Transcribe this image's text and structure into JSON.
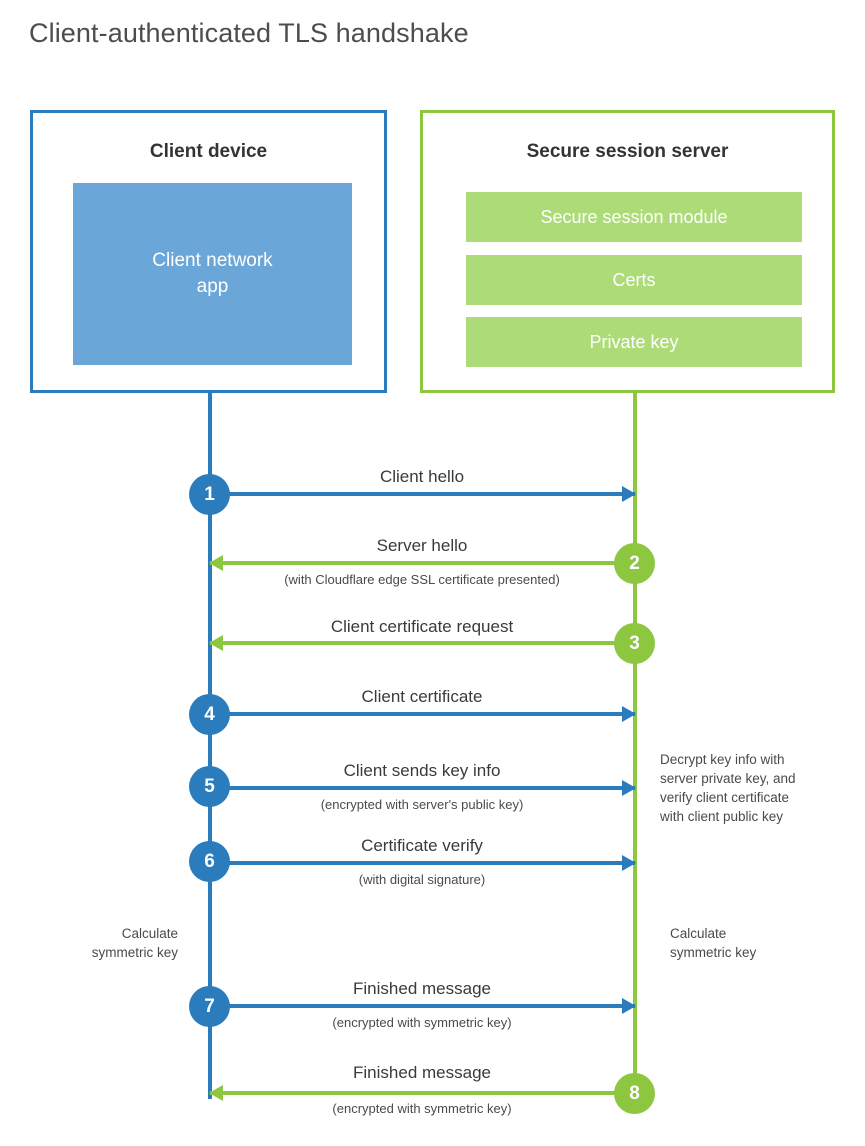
{
  "title": "Client-authenticated TLS handshake",
  "colors": {
    "client_blue": "#2a7cbd",
    "client_app_fill": "#6aa7d8",
    "server_green": "#8dc63f",
    "server_bar_fill": "#addb77",
    "text": "#4d4d4d"
  },
  "actors": {
    "client": {
      "title": "Client device",
      "app_label": "Client network\napp"
    },
    "server": {
      "title": "Secure session server",
      "bars": [
        {
          "label": "Secure session module"
        },
        {
          "label": "Certs"
        },
        {
          "label": "Private key"
        }
      ]
    }
  },
  "steps": [
    {
      "number": "1",
      "label": "Client hello",
      "sublabel": "",
      "direction": "client-to-server",
      "color": "blue"
    },
    {
      "number": "2",
      "label": "Server hello",
      "sublabel": "(with Cloudflare edge SSL certificate presented)",
      "direction": "server-to-client",
      "color": "green"
    },
    {
      "number": "3",
      "label": "Client certificate request",
      "sublabel": "",
      "direction": "server-to-client",
      "color": "green"
    },
    {
      "number": "4",
      "label": "Client certificate",
      "sublabel": "",
      "direction": "client-to-server",
      "color": "blue"
    },
    {
      "number": "5",
      "label": "Client sends key info",
      "sublabel": "(encrypted with server's public key)",
      "direction": "client-to-server",
      "color": "blue"
    },
    {
      "number": "6",
      "label": "Certificate verify",
      "sublabel": "(with digital signature)",
      "direction": "client-to-server",
      "color": "blue"
    },
    {
      "number": "7",
      "label": "Finished message",
      "sublabel": "(encrypted with symmetric key)",
      "direction": "client-to-server",
      "color": "blue"
    },
    {
      "number": "8",
      "label": "Finished message",
      "sublabel": "(encrypted with symmetric key)",
      "direction": "server-to-client",
      "color": "green"
    }
  ],
  "notes": {
    "server_decrypt": "Decrypt key info with\nserver private key, and\nverify client certificate\nwith client public key",
    "client_calculate": "Calculate\nsymmetric key",
    "server_calculate": "Calculate\nsymmetric key"
  }
}
